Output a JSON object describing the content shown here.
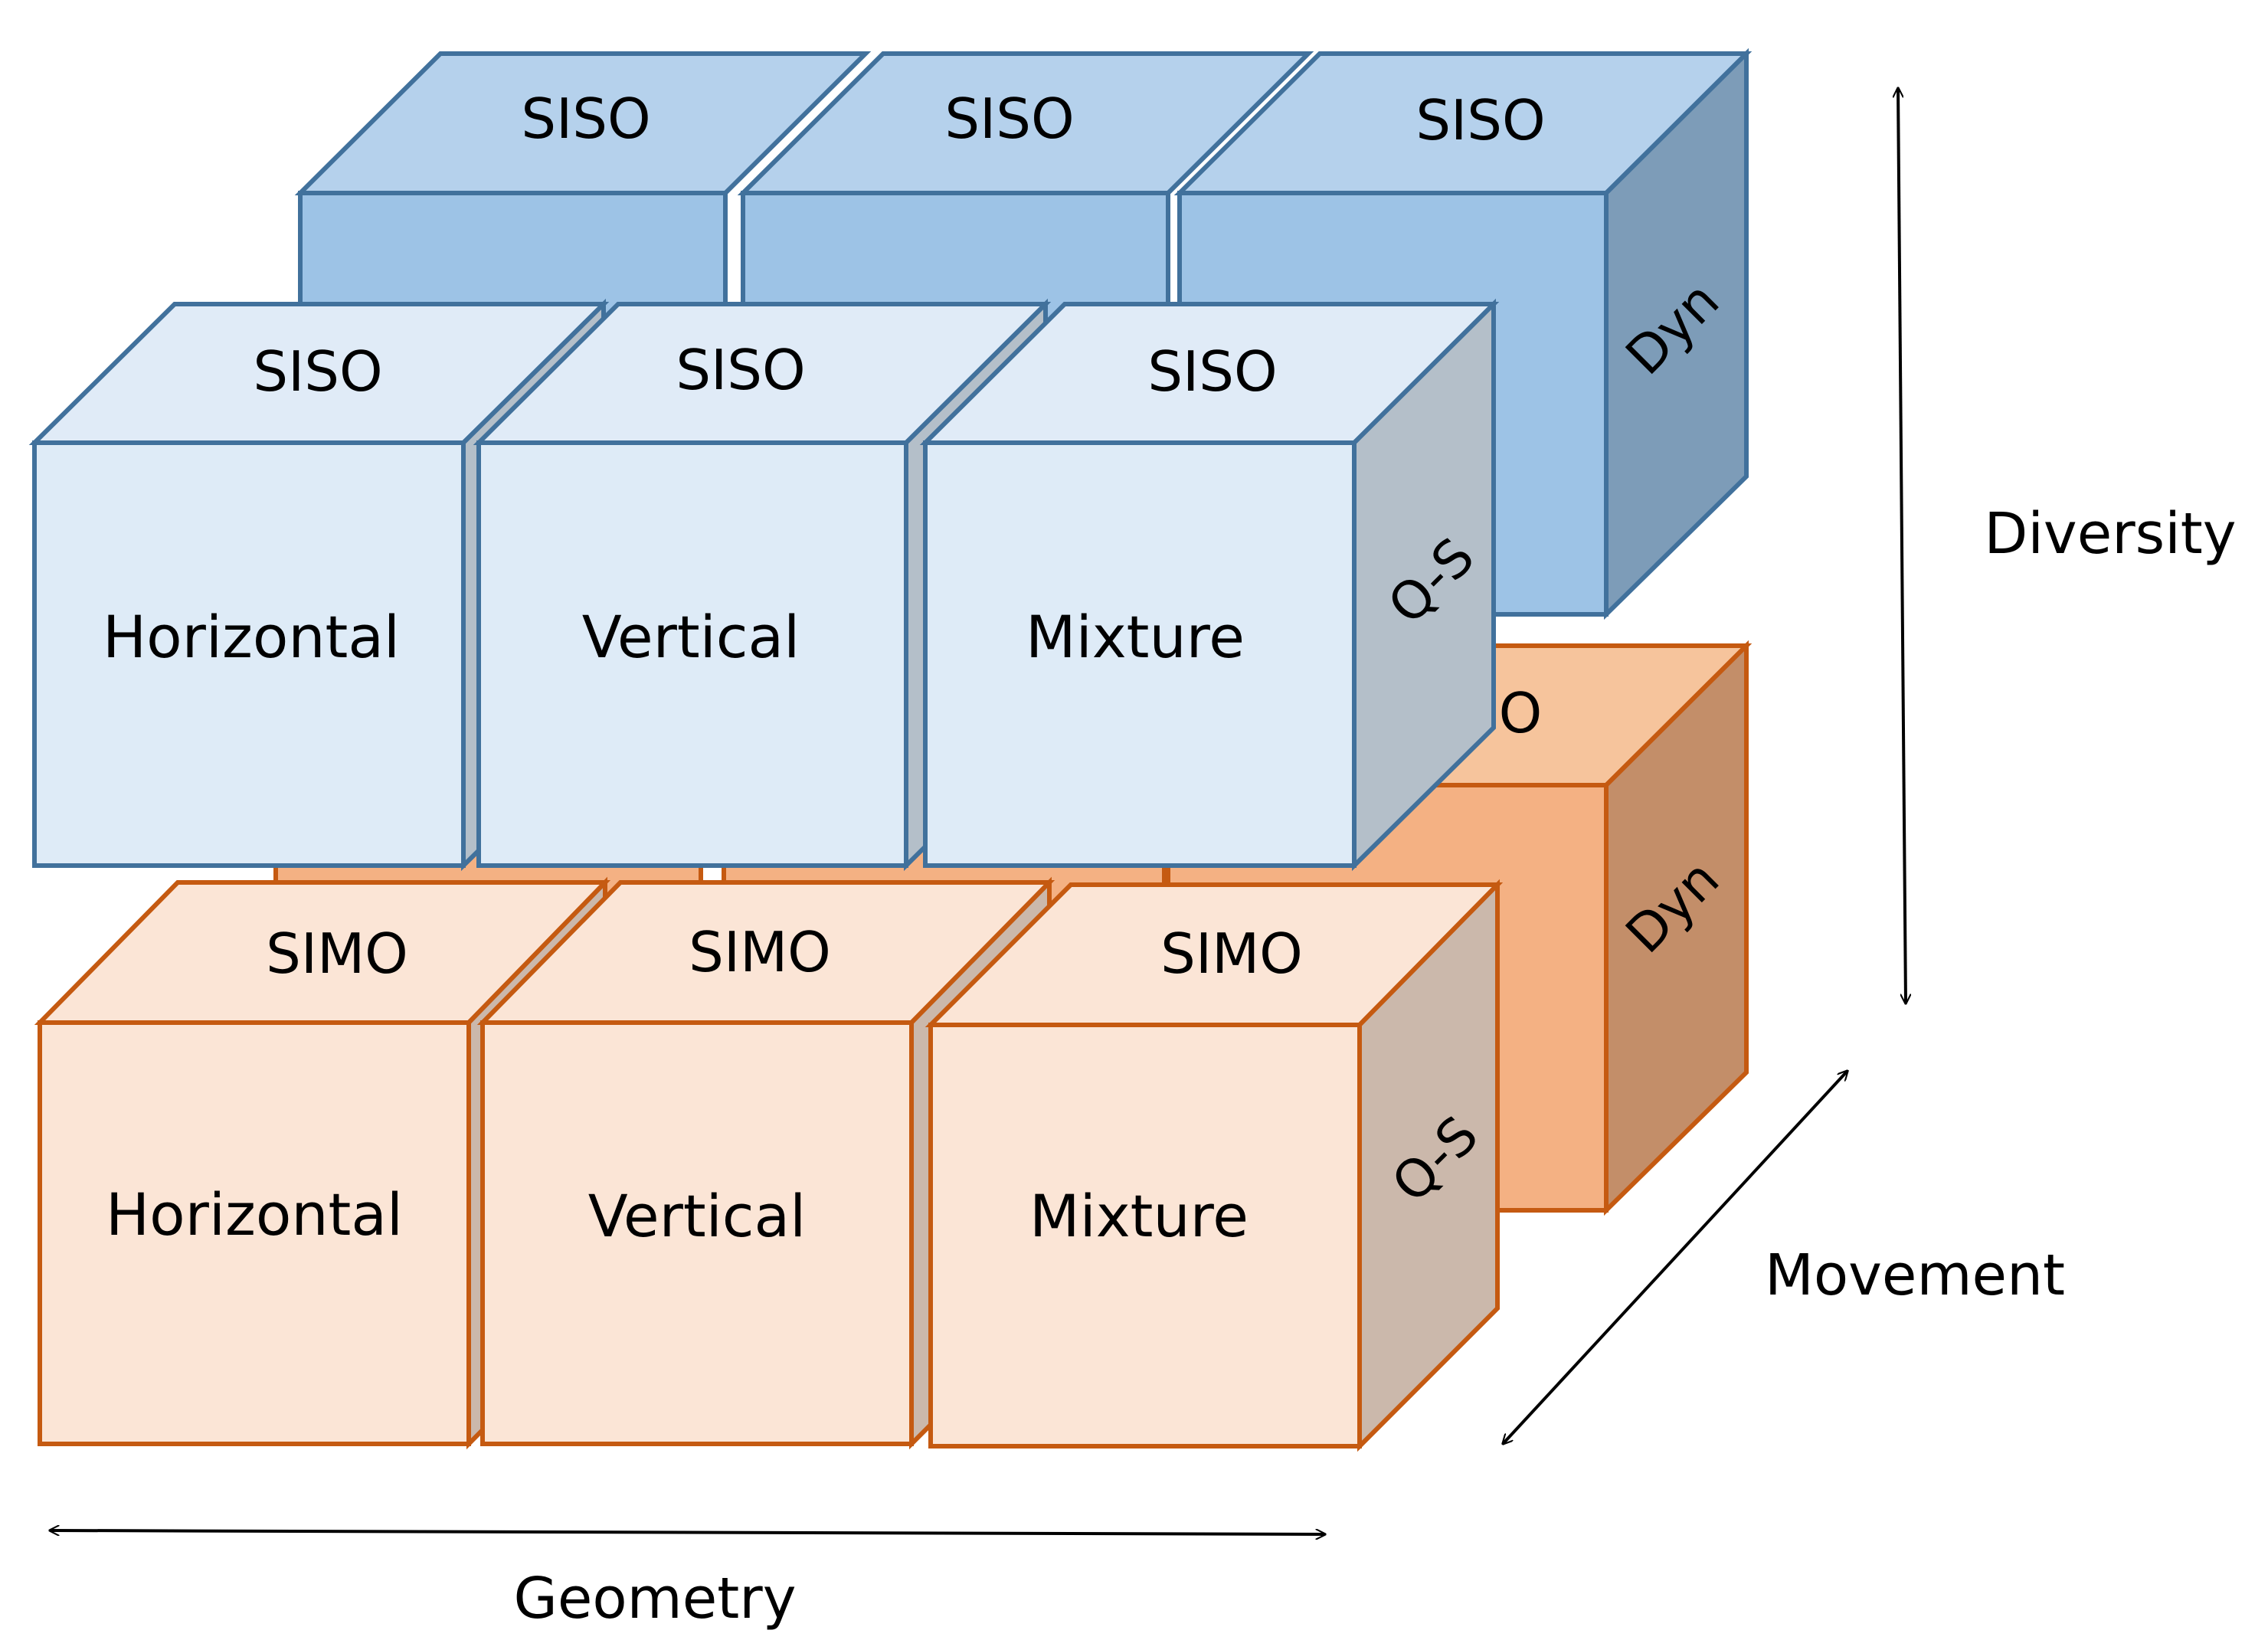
{
  "diagram": {
    "axes": {
      "diversity": "Diversity",
      "movement": "Movement",
      "geometry": "Geometry"
    },
    "layers": {
      "siso": {
        "top_label": "SISO",
        "colors": {
          "top": "#e0ebf7",
          "front": "#deebf7",
          "side": "#b4bfc9",
          "stroke": "#41719c"
        },
        "back_colors": {
          "top": "#b5d1ec",
          "front": "#9dc3e6",
          "side": "#7d9cb8",
          "stroke": "#41719c"
        }
      },
      "simo": {
        "top_label": "SIMO",
        "colors": {
          "top": "#fbe5d6",
          "front": "#fbe5d6",
          "side": "#cbb8ab",
          "stroke": "#c55a11"
        },
        "back_colors": {
          "top": "#f6c49c",
          "front": "#f4b183",
          "side": "#c38e69",
          "stroke": "#c55a11"
        }
      }
    },
    "geometry_labels": [
      "Horizontal",
      "Vertical",
      "Mixture"
    ],
    "movement_labels": {
      "quasi_static": "Q-S",
      "dynamic": "Dyn"
    },
    "occluded_partial_text": "O"
  }
}
